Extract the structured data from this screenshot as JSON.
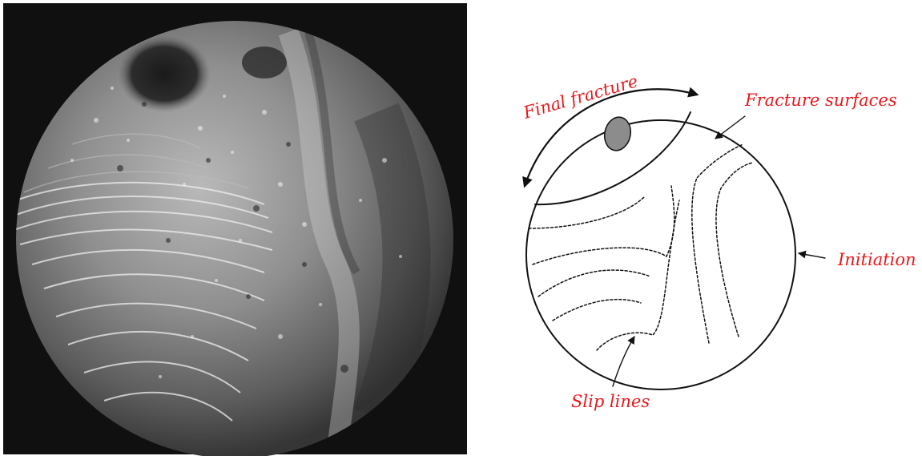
{
  "labels": {
    "final_fracture": "Final fracture",
    "fracture_surfaces": "Fracture surfaces",
    "initiation": "Initiation",
    "slip_lines": "Slip lines"
  },
  "colors": {
    "label_red": "#e8181c",
    "photo_background": "#101010",
    "line": "#111111",
    "spot_fill": "#8c8c8c"
  },
  "icons": {
    "rotation_arrow": "curved-double-arrow",
    "pointer_arrow": "arrow"
  }
}
